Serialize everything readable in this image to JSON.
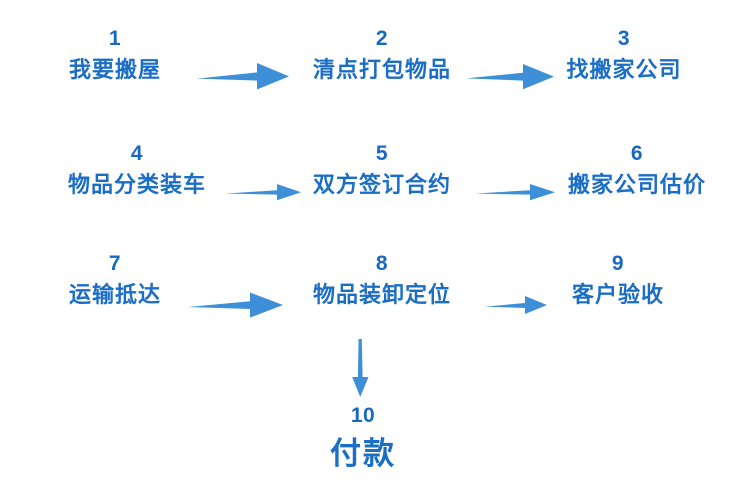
{
  "diagram": {
    "title_text": "",
    "colors": {
      "text_blue": "#1b6ec6",
      "number_blue": "#1769c4",
      "arrow_blue": "#3d8fd8",
      "background": "#ffffff"
    },
    "steps": [
      {
        "number": "1",
        "label": "我要搬屋"
      },
      {
        "number": "2",
        "label": "清点打包物品"
      },
      {
        "number": "3",
        "label": "找搬家公司"
      },
      {
        "number": "4",
        "label": "物品分类装车"
      },
      {
        "number": "5",
        "label": "双方签订合约"
      },
      {
        "number": "6",
        "label": "搬家公司估价"
      },
      {
        "number": "7",
        "label": "运输抵达"
      },
      {
        "number": "8",
        "label": "物品装卸定位"
      },
      {
        "number": "9",
        "label": "客户验收"
      },
      {
        "number": "10",
        "label": "付款"
      }
    ],
    "connectors": [
      {
        "name": "arrow-1-to-2",
        "direction": "right"
      },
      {
        "name": "arrow-2-to-3",
        "direction": "right"
      },
      {
        "name": "arrow-4-to-5",
        "direction": "right"
      },
      {
        "name": "arrow-5-to-6",
        "direction": "right"
      },
      {
        "name": "arrow-7-to-8",
        "direction": "right"
      },
      {
        "name": "arrow-8-to-9",
        "direction": "right"
      },
      {
        "name": "arrow-8-to-10",
        "direction": "down"
      }
    ]
  }
}
